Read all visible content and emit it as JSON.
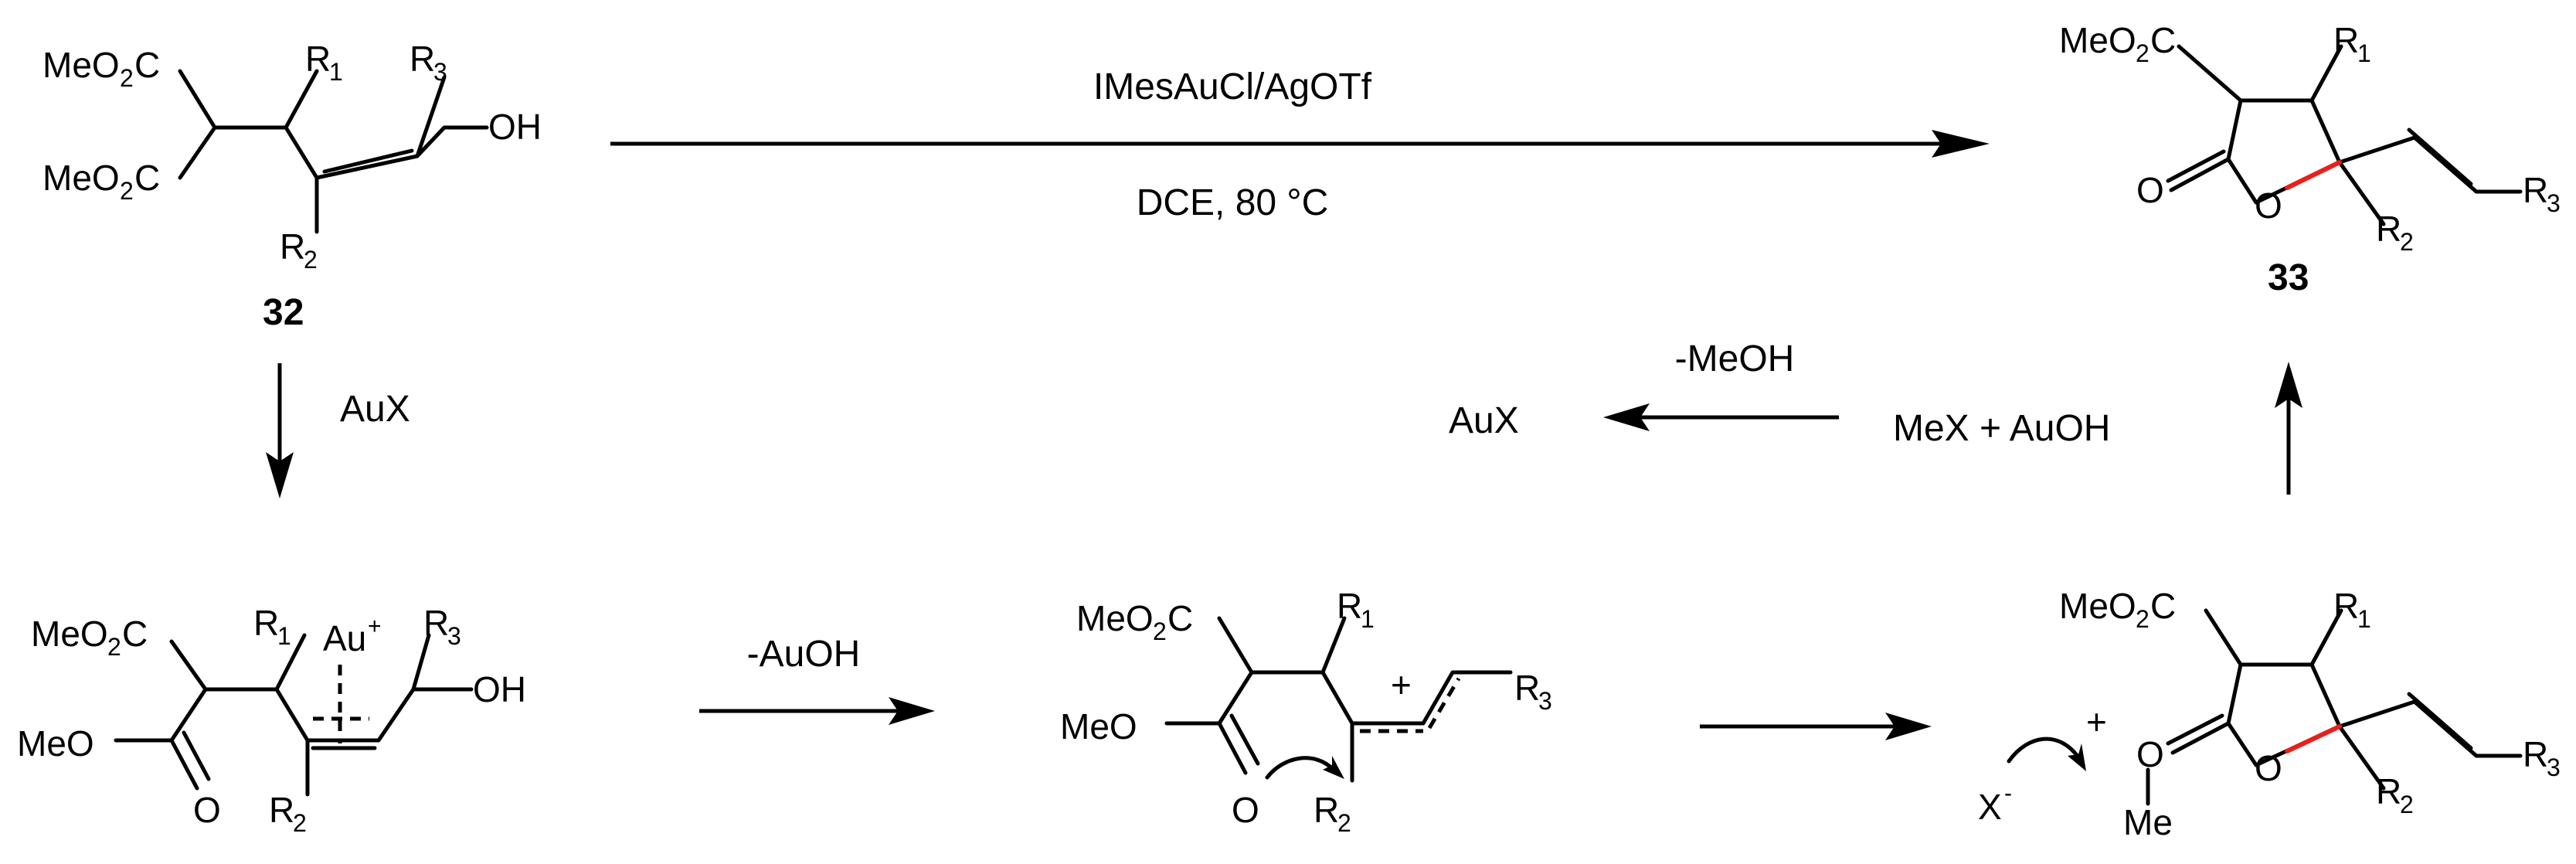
{
  "compounds": {
    "c32": {
      "number": "32",
      "MeO2C": "MeO",
      "sub2": "2",
      "C": "C",
      "R1": "R",
      "i1": "1",
      "R2": "R",
      "i2": "2",
      "R3": "R",
      "i3": "3",
      "OH": "OH"
    },
    "c33": {
      "number": "33",
      "MeO": "MeO",
      "sub2": "2",
      "C": "C",
      "R1": "R",
      "i1": "1",
      "R2": "R",
      "i2": "2",
      "R3": "R",
      "i3": "3",
      "O": "O"
    },
    "intA": {
      "MeO": "MeO",
      "sub2": "2",
      "C": "C",
      "R1": "R",
      "i1": "1",
      "Au": "Au",
      "plus": "+",
      "R3": "R",
      "i3": "3",
      "OH": "OH",
      "O": "O",
      "R2": "R",
      "i2": "2"
    },
    "intB": {
      "MeO": "MeO",
      "sub2": "2",
      "C": "C",
      "R1": "R",
      "i1": "1",
      "plus": "+",
      "R3": "R",
      "i3": "3",
      "O": "O",
      "R2": "R",
      "i2": "2"
    },
    "intC": {
      "MeO": "MeO",
      "sub2": "2",
      "C": "C",
      "R1": "R",
      "i1": "1",
      "R2": "R",
      "i2": "2",
      "R3": "R",
      "i3": "3",
      "O": "O",
      "Me": "Me",
      "plus": "+",
      "X": "X",
      "minus": "-"
    }
  },
  "conditions": {
    "top_reagent": "IMesAuCl/AgOTf",
    "top_solvent": "DCE, 80 °C",
    "down_reagent": "AuX",
    "middle_reagent": "-AuOH",
    "methanol_loss": "-MeOH",
    "aux_product": "AuX",
    "byproducts": "MeX + AuOH"
  },
  "colors": {
    "bond": "#000000",
    "new_bond": "#e8201c"
  }
}
